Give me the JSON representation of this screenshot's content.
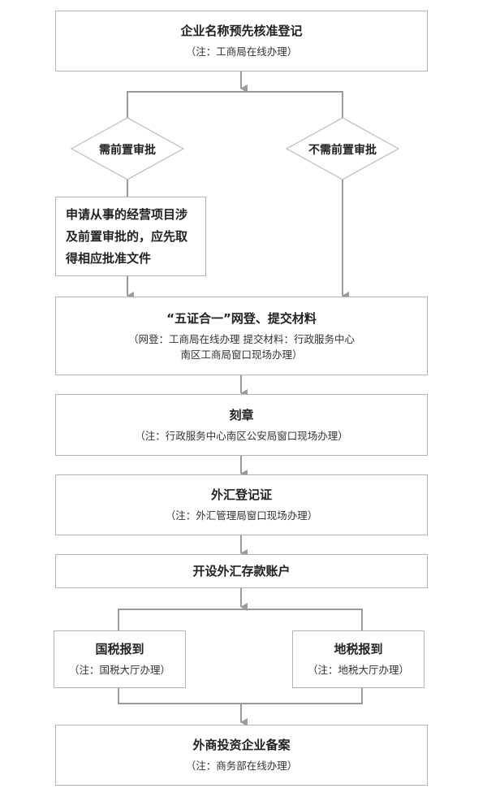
{
  "colors": {
    "line": "#9a9a9a",
    "border": "#b3b3b3",
    "text": "#222222"
  },
  "steps": {
    "name_reg": {
      "title": "企业名称预先核准登记",
      "note": "（注：工商局在线办理）"
    },
    "need_preapproval": {
      "label": "需前置审批"
    },
    "no_preapproval": {
      "label": "不需前置审批"
    },
    "preapproval_doc": {
      "lines": [
        "申请从事的经营项目涉",
        "及前置审批的，应先取",
        "得相应批准文件"
      ]
    },
    "five_in_one": {
      "title": "“五证合一”网登、提交材料",
      "note_line1": "（网登：工商局在线办理   提交材料：行政服务中心",
      "note_line2": "南区工商局窗口现场办理）"
    },
    "seal": {
      "title": "刻章",
      "note": "（注：行政服务中心南区公安局窗口现场办理）"
    },
    "forex_cert": {
      "title": "外汇登记证",
      "note": "（注：外汇管理局窗口现场办理）"
    },
    "forex_account": {
      "title": "开设外汇存款账户"
    },
    "national_tax": {
      "title": "国税报到",
      "note": "（注：国税大厅办理）"
    },
    "local_tax": {
      "title": "地税报到",
      "note": "（注：地税大厅办理）"
    },
    "filing": {
      "title": "外商投资企业备案",
      "note": "（注：商务部在线办理）"
    }
  }
}
